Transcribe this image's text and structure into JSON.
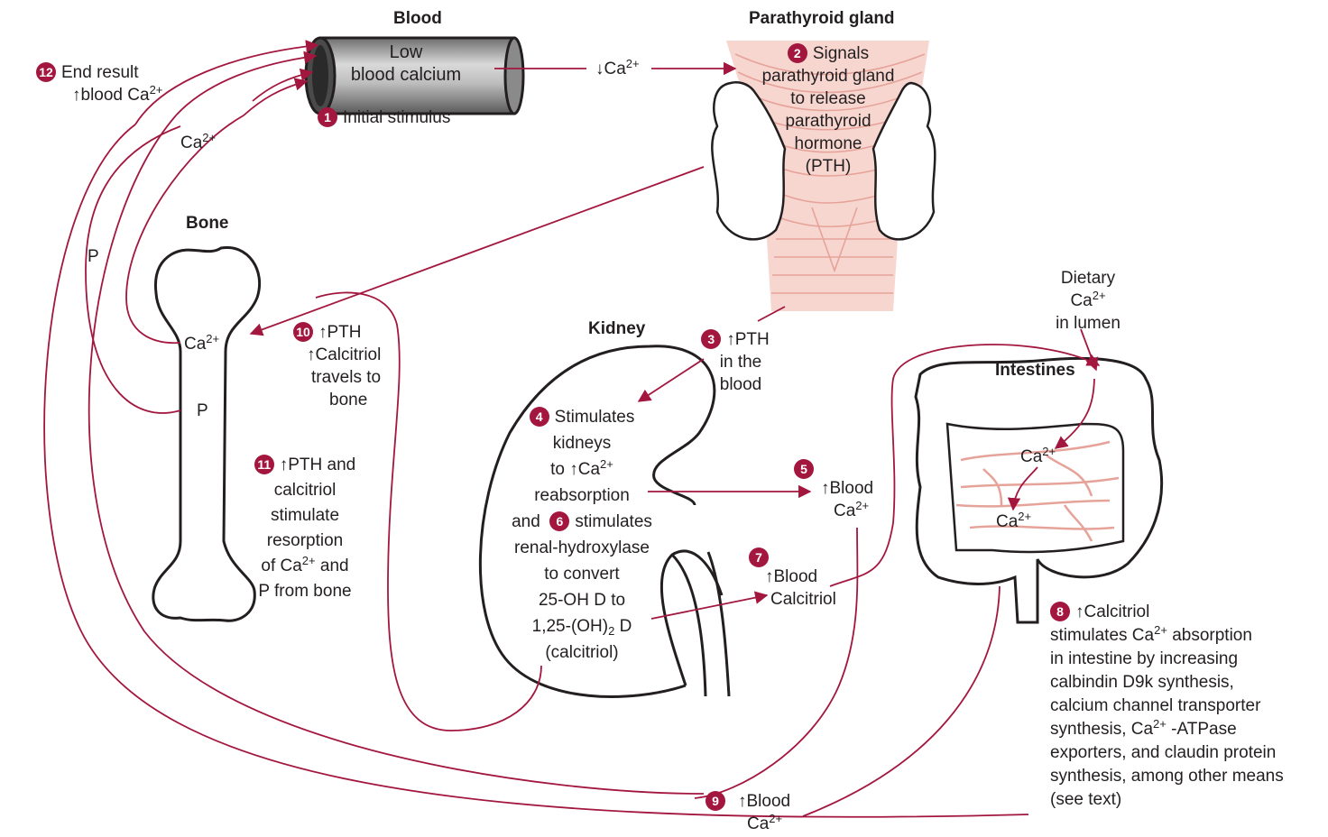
{
  "colors": {
    "accent": "#a3173f",
    "gland": "#e6a39a",
    "outline": "#231f20"
  },
  "headers": {
    "blood": "Blood",
    "parathyroid": "Parathyroid gland",
    "bone": "Bone",
    "kidney": "Kidney",
    "intestines": "Intestines"
  },
  "tube": {
    "line1": "Low",
    "line2": "blood calcium"
  },
  "ion": {
    "ca": "Ca",
    "charge": "2+",
    "down_ca": "↓Ca",
    "p": "P"
  },
  "steps": {
    "s1": {
      "num": "1",
      "text": "Initial stimulus"
    },
    "s2": {
      "num": "2",
      "line1": "Signals",
      "line2": "parathyroid gland",
      "line3": "to release",
      "line4": "parathyroid",
      "line5": "hormone",
      "line6": "(PTH)"
    },
    "s3": {
      "num": "3",
      "line1": "↑PTH",
      "line2": "in the",
      "line3": "blood"
    },
    "s4": {
      "num": "4",
      "line1": "Stimulates",
      "line2": "kidneys",
      "line3": "to ↑Ca",
      "line4": "reabsorption",
      "and": "and"
    },
    "s5": {
      "num": "5",
      "line1": "↑Blood"
    },
    "s6": {
      "num": "6",
      "line1": "stimulates",
      "line2": "renal-hydroxylase",
      "line3": "to convert",
      "line4": "25-OH D to",
      "line5a": "1,25-(OH)",
      "line5sub": "2",
      "line5b": " D",
      "line6": "(calcitriol)"
    },
    "s7": {
      "num": "7",
      "line1": "↑Blood",
      "line2": "Calcitriol"
    },
    "s8": {
      "num": "8",
      "line1": "↑Calcitriol",
      "line2a": "stimulates Ca",
      "line2b": " absorption",
      "line3": "in intestine by increasing",
      "line4": "calbindin D9k synthesis,",
      "line5": "calcium channel transporter",
      "line6a": "synthesis, Ca",
      "line6b": " -ATPase",
      "line7": "exporters, and claudin protein",
      "line8": "synthesis, among other means",
      "line9": "(see text)"
    },
    "s9": {
      "num": "9",
      "line1": "↑Blood"
    },
    "s10": {
      "num": "10",
      "line1": "↑PTH",
      "line2": "↑Calcitriol",
      "line3": "travels to",
      "line4": "bone"
    },
    "s11": {
      "num": "11",
      "line1": "↑PTH and",
      "line2": "calcitriol",
      "line3": "stimulate",
      "line4": "resorption",
      "line5a": "of Ca",
      "line5b": " and",
      "line6": "P from bone"
    },
    "s12": {
      "num": "12",
      "line1": "End result",
      "line2": "↑blood Ca"
    }
  },
  "dietary": {
    "line1": "Dietary",
    "line3": "in lumen"
  }
}
